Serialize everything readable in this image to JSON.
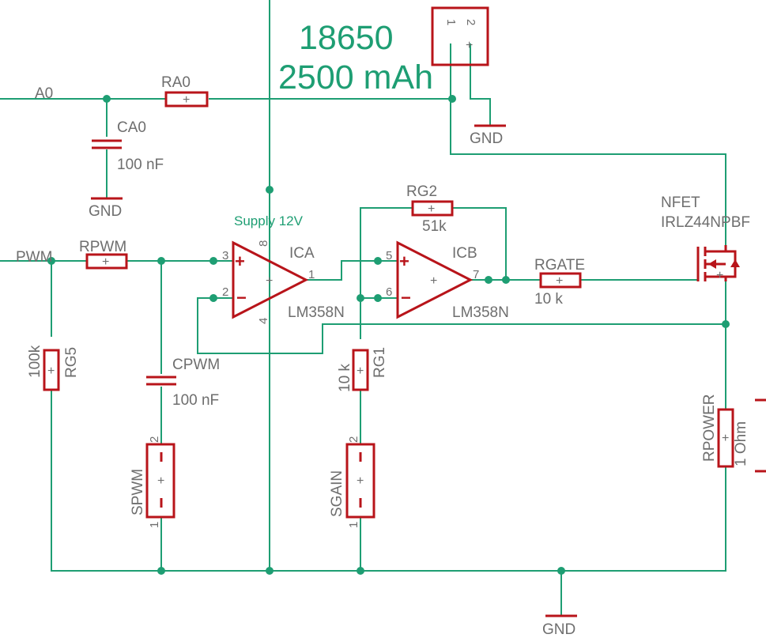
{
  "battery": {
    "line1": "18650",
    "line2": "2500 mAh"
  },
  "supply_label": "Supply 12V",
  "nets": {
    "a0": "A0",
    "pwm": "PWM",
    "gnd": "GND"
  },
  "battery_connector": {
    "pin1": "1",
    "pin2": "2"
  },
  "ra0": {
    "name": "RA0"
  },
  "ca0": {
    "name": "CA0",
    "value": "100 nF"
  },
  "rpwm": {
    "name": "RPWM"
  },
  "rg5": {
    "name": "RG5",
    "value": "100k"
  },
  "cpwm": {
    "name": "CPWM",
    "value": "100 nF"
  },
  "spwm": {
    "name": "SPWM",
    "pin1": "1",
    "pin2": "2"
  },
  "ica": {
    "name": "ICA",
    "part": "LM358N",
    "pin_plus": "3",
    "pin_minus": "2",
    "pin_out": "1",
    "pin_vcc": "8",
    "pin_gnd": "4"
  },
  "icb": {
    "name": "ICB",
    "part": "LM358N",
    "pin_plus": "5",
    "pin_minus": "6",
    "pin_out": "7"
  },
  "rg2": {
    "name": "RG2",
    "value": "51k"
  },
  "rg1": {
    "name": "RG1",
    "value": "10 k"
  },
  "sgain": {
    "name": "SGAIN",
    "pin1": "1",
    "pin2": "2"
  },
  "rgate": {
    "name": "RGATE",
    "value": "10 k"
  },
  "nfet": {
    "name": "NFET",
    "part": "IRLZ44NPBF"
  },
  "rpower": {
    "name": "RPOWER",
    "value": "1 Ohm"
  },
  "colors": {
    "wire": "#1e9e73",
    "part": "#b8141a",
    "label": "#6e6e6e"
  }
}
